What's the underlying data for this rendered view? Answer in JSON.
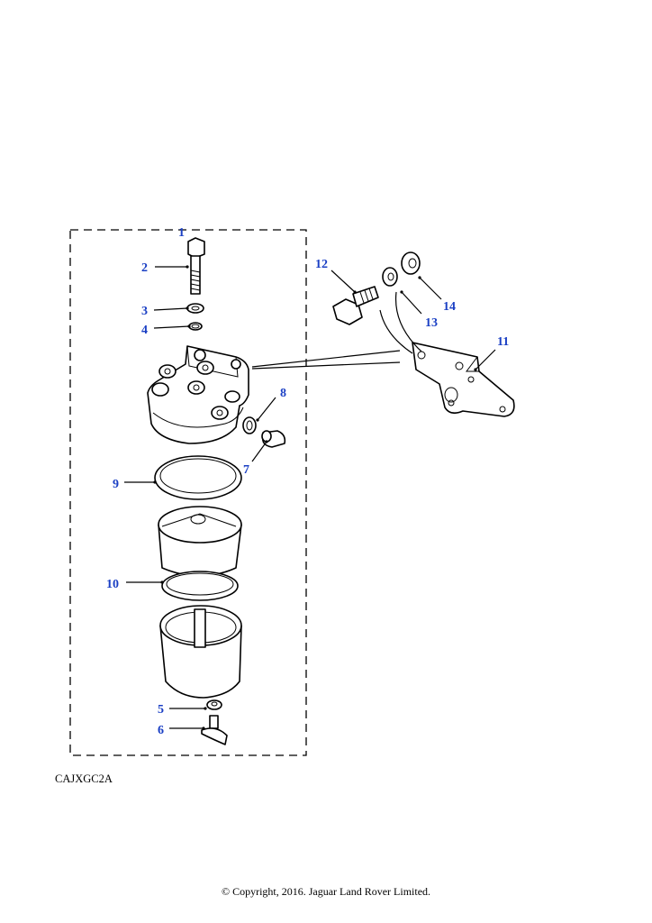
{
  "callouts": [
    "1",
    "2",
    "3",
    "4",
    "5",
    "6",
    "7",
    "8",
    "9",
    "10",
    "11",
    "12",
    "13",
    "14"
  ],
  "reference_code": "CAJXGC2A",
  "copyright": "© Copyright, 2016. Jaguar Land Rover Limited."
}
